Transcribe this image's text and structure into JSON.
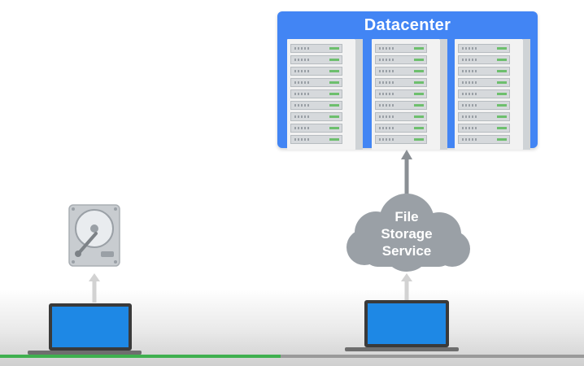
{
  "datacenter": {
    "title": "Datacenter"
  },
  "cloud": {
    "line1": "File",
    "line2": "Storage",
    "line3": "Service"
  },
  "colors": {
    "panel": "#4285f4",
    "cloud": "#9aa0a6",
    "laptop_screen": "#1e88e5",
    "arrow": "#cfcfcf",
    "progress": "#3fb04f"
  },
  "video_progress": 0.48,
  "icons": [
    "server-rack-icon",
    "hard-drive-icon",
    "laptop-icon",
    "cloud-icon",
    "arrow-up-icon"
  ]
}
